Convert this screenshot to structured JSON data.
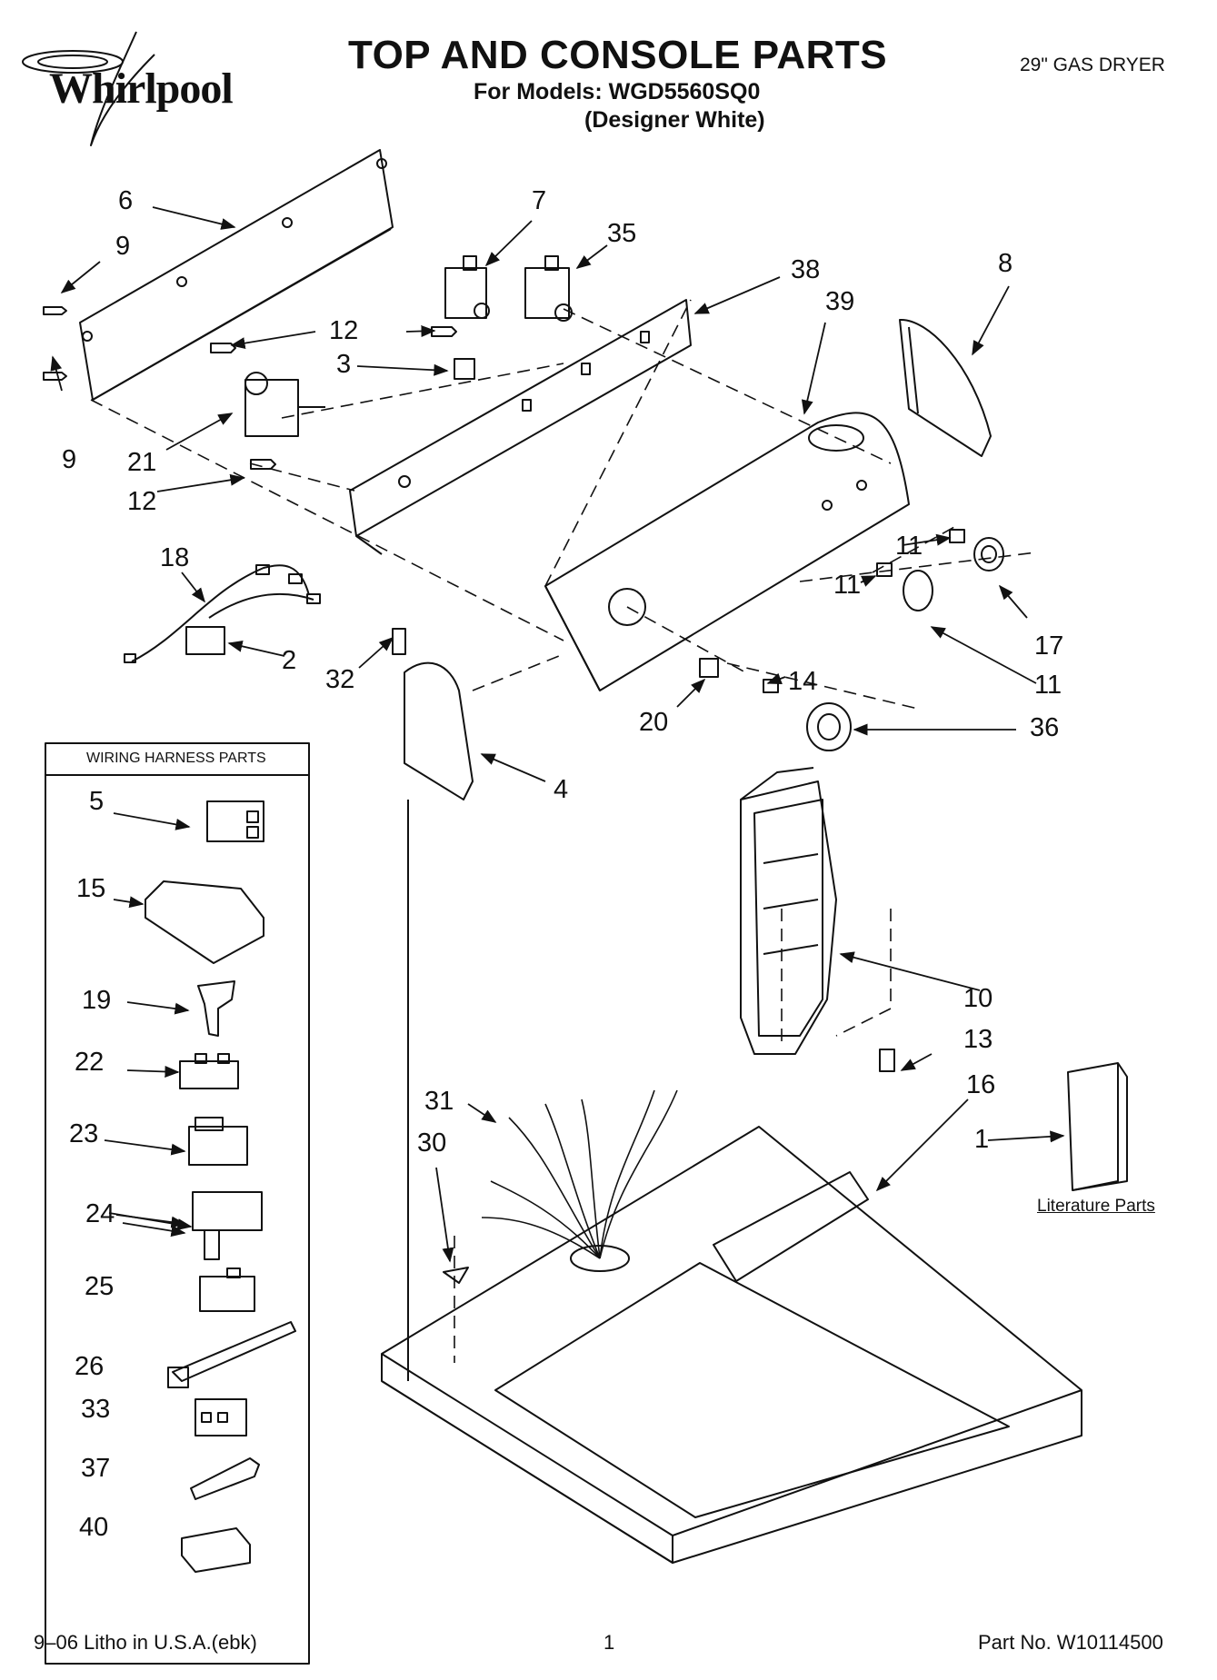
{
  "header": {
    "brand": "Whirlpool",
    "title": "TOP AND CONSOLE PARTS",
    "models_line": "For Models: WGD5560SQ0",
    "color_line": "(Designer White)",
    "product_type": "29\" GAS DRYER"
  },
  "legend": {
    "title": "WIRING HARNESS PARTS"
  },
  "literature_label": "Literature Parts",
  "callouts": [
    "6",
    "9",
    "7",
    "35",
    "38",
    "39",
    "8",
    "12",
    "3",
    "9",
    "21",
    "12",
    "11",
    "11",
    "17",
    "18",
    "2",
    "32",
    "20",
    "14",
    "11",
    "36",
    "4",
    "5",
    "15",
    "19",
    "10",
    "13",
    "16",
    "1",
    "22",
    "31",
    "30",
    "23",
    "24",
    "25",
    "26",
    "33",
    "37",
    "40"
  ],
  "footer": {
    "left": "9–06 Litho in U.S.A.(ebk)",
    "center": "1",
    "right": "Part No. W10114500"
  }
}
